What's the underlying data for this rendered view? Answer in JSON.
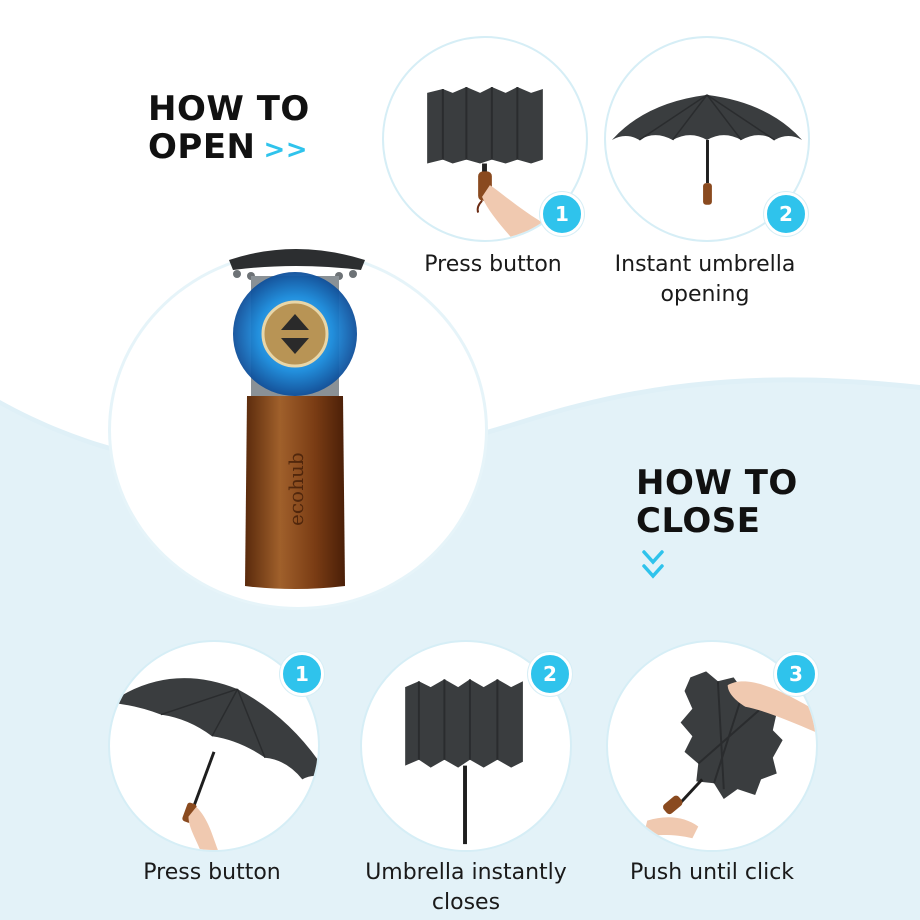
{
  "open_section": {
    "heading_line1": "HOW TO",
    "heading_line2": "OPEN",
    "arrows": ">>",
    "steps": [
      {
        "number": "1",
        "caption_line1": "Press button",
        "caption_line2": ""
      },
      {
        "number": "2",
        "caption_line1": "Instant umbrella",
        "caption_line2": "opening"
      }
    ]
  },
  "hero": {
    "brand_engraving": "ecohub",
    "icon": "up-down-arrow-icon"
  },
  "close_section": {
    "heading_line1": "HOW TO",
    "heading_line2": "CLOSE",
    "steps": [
      {
        "number": "1",
        "caption_line1": "Press button",
        "caption_line2": ""
      },
      {
        "number": "2",
        "caption_line1": "Umbrella instantly",
        "caption_line2": "closes"
      },
      {
        "number": "3",
        "caption_line1": "Push until click",
        "caption_line2": ""
      }
    ]
  },
  "colors": {
    "accent": "#2fc3ec",
    "wave": "#dff0f7",
    "canopy": "#3a3d3f",
    "handle": "#8a4a1f",
    "text": "#111111"
  }
}
